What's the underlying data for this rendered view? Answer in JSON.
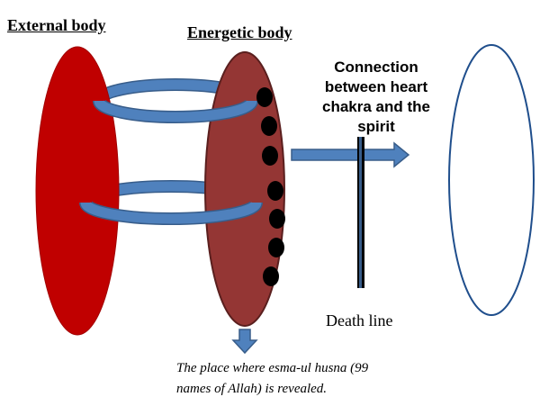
{
  "labels": {
    "external_body": "External body",
    "energetic_body": "Energetic body",
    "connection_line1": "Connection",
    "connection_line2": "between heart",
    "connection_line3": "chakra and the",
    "connection_line4": "spirit",
    "death_line": "Death line",
    "place_line1": "The place where esma-ul husna (99",
    "place_line2": "names of Allah) is revealed."
  },
  "colors": {
    "external_body_fill": "#c00000",
    "energetic_body_fill": "#943634",
    "ring_fill": "#4f81bd",
    "ring_stroke": "#385d8a",
    "chakra_fill": "#000000",
    "spirit_stroke": "#1f4e8c",
    "death_line": "#000000"
  },
  "chakra_count": 7
}
